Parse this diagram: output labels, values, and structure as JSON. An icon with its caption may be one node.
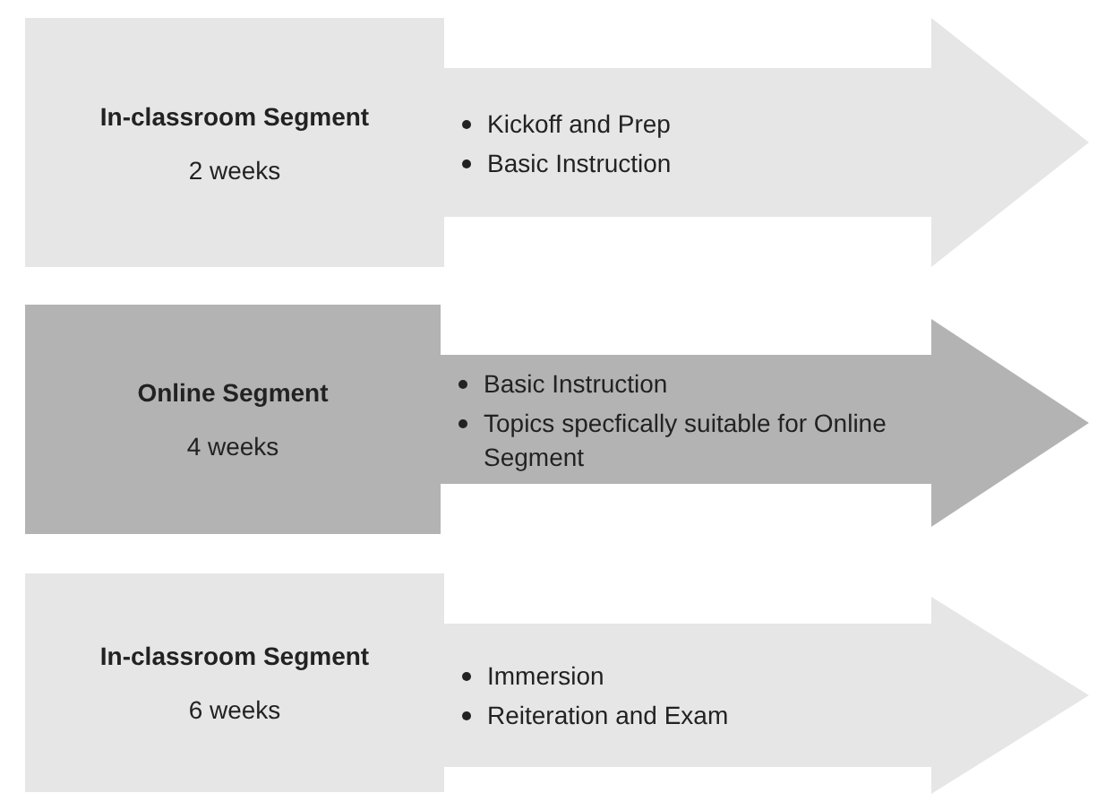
{
  "diagram": {
    "nodes": [
      {
        "text": [
          "In-classroom Segment",
          "2 weeks"
        ]
      },
      {
        "text": [
          "Kickoff and Prep",
          "Basic Instruction"
        ]
      },
      {
        "text": [
          "Online Segment",
          "4 weeks"
        ]
      },
      {
        "text": [
          "Basic Instruction",
          "Topics specfically suitable for Online Segment"
        ]
      },
      {
        "text": [
          "In-classroom Segment",
          "6 weeks"
        ]
      },
      {
        "text": [
          "Immersion",
          "Reiteration and Exam"
        ]
      }
    ]
  }
}
